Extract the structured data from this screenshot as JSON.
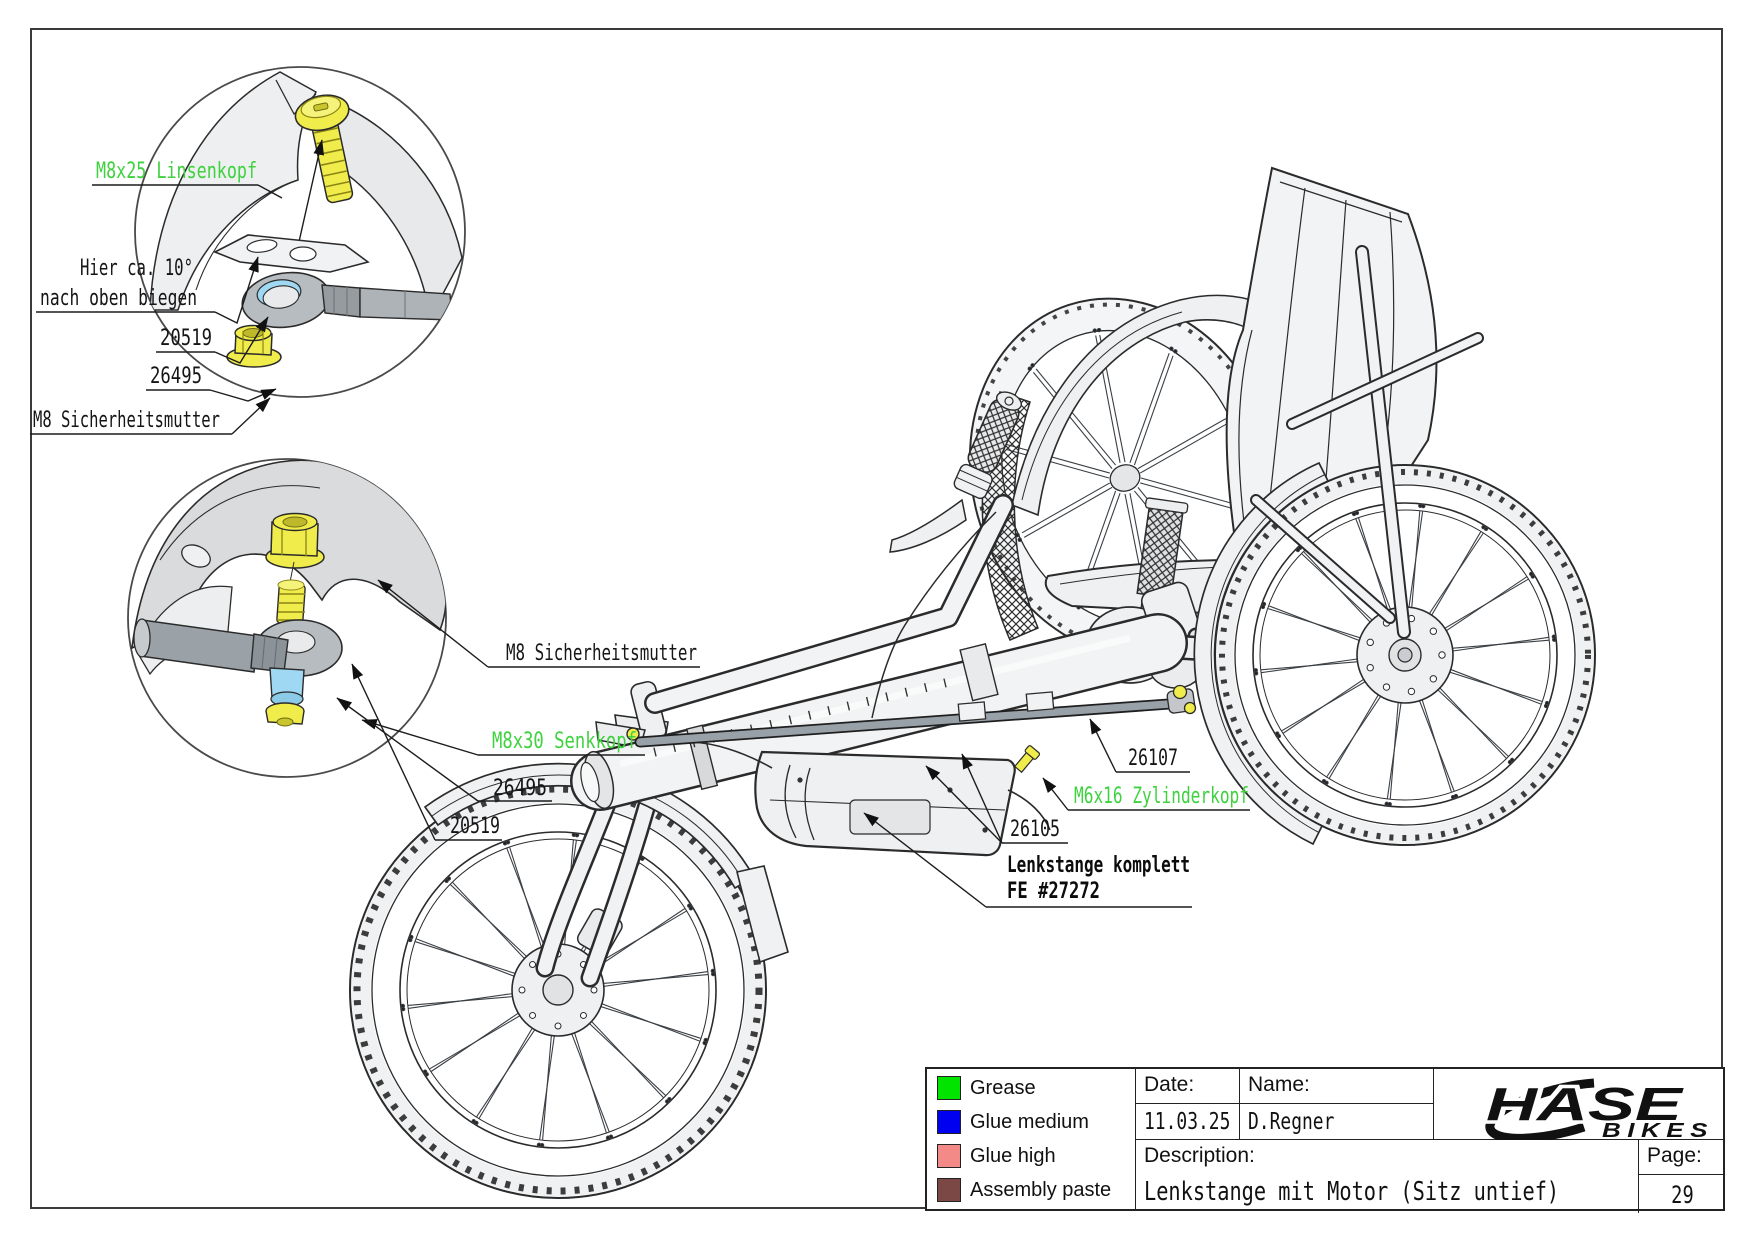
{
  "detail1": {
    "m8x25": "M8x25 Linsenkopf",
    "hier_line1": "Hier ca. 10°",
    "hier_line2": "nach oben biegen",
    "p20519": "20519",
    "p26495": "26495",
    "m8_nut": "M8 Sicherheitsmutter"
  },
  "detail2": {
    "m8_nut": "M8 Sicherheitsmutter",
    "m8x30": "M8x30 Senkkopf",
    "p26495": "26495",
    "p20519": "20519"
  },
  "callouts": {
    "p26107": "26107",
    "m6x16": "M6x16 Zylinderkopf",
    "p26105": "26105",
    "lenkstange_line1": "Lenkstange komplett",
    "lenkstange_line2": "FE #27272"
  },
  "legend": {
    "items": [
      {
        "label": "Grease",
        "color": "#00e400"
      },
      {
        "label": "Glue medium",
        "color": "#0000f0"
      },
      {
        "label": "Glue high",
        "color": "#f48a88"
      },
      {
        "label": "Assembly paste",
        "color": "#7b4846"
      }
    ]
  },
  "titleblock": {
    "date_label": "Date:",
    "date_value": "11.03.25",
    "name_label": "Name:",
    "name_value": "D.Regner",
    "description_label": "Description:",
    "description_value": "Lenkstange mit Motor (Sitz untief)",
    "page_label": "Page:",
    "page_value": "29"
  },
  "logo": {
    "line1": "HASE",
    "line2": "BIKES"
  },
  "colors": {
    "green_label": "#3fd23f",
    "part_yellow": "#f0ec4c",
    "part_blue": "#9fd8f2",
    "steel": "#b7bcc1",
    "rod_gray": "#99a1a8"
  }
}
